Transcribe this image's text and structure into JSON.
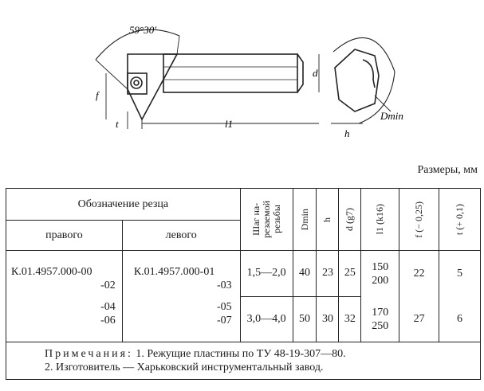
{
  "drawing": {
    "angle_label": "59°30′",
    "dim_d": "d",
    "dim_f": "f",
    "dim_t": "t",
    "dim_l1": "l1",
    "dim_h": "h",
    "dim_dmin": "Dmin"
  },
  "units_label": "Размеры, мм",
  "table": {
    "header_designation": "Обозначение резца",
    "header_right": "правого",
    "header_left": "левого",
    "header_pitch": "Шаг на-\nрезаемой\nрезьбы",
    "header_dmin": "Dmin",
    "header_h": "h",
    "header_d": "d (g7)",
    "header_l1": "l1 (k16)",
    "header_f": "f (− 0,25)",
    "header_t": "t (+ 0,1)",
    "right_codes": [
      "К.01.4957.000-00",
      "-02",
      "-04",
      "-06"
    ],
    "left_codes": [
      "К.01.4957.000-01",
      "-03",
      "-05",
      "-07"
    ],
    "pitch": [
      "1,5—2,0",
      "3,0—4,0"
    ],
    "dmin": [
      "40",
      "50"
    ],
    "h": [
      "23",
      "30"
    ],
    "d": [
      "25",
      "32"
    ],
    "l1": [
      "150",
      "200",
      "170",
      "250"
    ],
    "f": [
      "22",
      "27"
    ],
    "t": [
      "5",
      "6"
    ]
  },
  "notes": {
    "label": "Примечания:",
    "note1": "1. Режущие пластины по ТУ 48-19-307—80.",
    "note2": "2. Изготовитель — Харьковский инструментальный завод."
  }
}
